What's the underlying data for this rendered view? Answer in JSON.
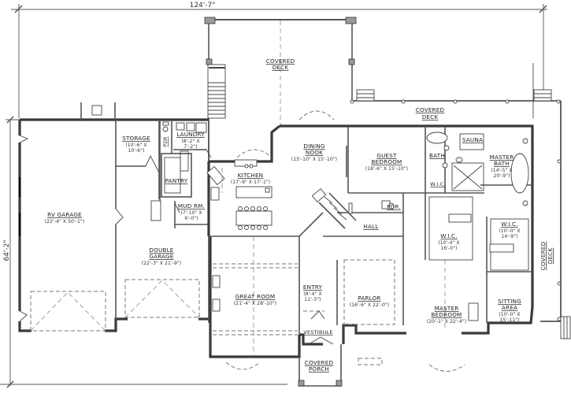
{
  "dimensions": {
    "overall_width": "124'-7\"",
    "overall_depth": "64'-2\""
  },
  "rooms": {
    "covered_deck_rear": {
      "name_line1": "COVERED",
      "name_line2": "DECK"
    },
    "covered_deck_top_right": {
      "name_line1": "COVERED",
      "name_line2": "DECK"
    },
    "covered_deck_side": {
      "name_line1": "COVERED",
      "name_line2": "DECK"
    },
    "rv_garage": {
      "name": "RV GARAGE",
      "size": "(22'-4\" X 50'-1\")"
    },
    "double_garage": {
      "name_line1": "DOUBLE",
      "name_line2": "GARAGE",
      "size": "(22'-3\" X 21'-9\")"
    },
    "storage": {
      "name": "STORAGE",
      "size_line1": "(10'-6\" X",
      "size_line2": "10'-6\")"
    },
    "pdr_left": {
      "name": "PDR"
    },
    "laundry": {
      "name": "LAUNDRY",
      "size_line1": "(8'-2\" X",
      "size_line2": "7'-2\")"
    },
    "pantry": {
      "name": "PANTRY"
    },
    "mud_room": {
      "name": "MUD RM.",
      "size_line1": "(7'-10\" X",
      "size_line2": "6'-0\")"
    },
    "kitchen": {
      "name": "KITCHEN",
      "size": "(17'-9\" X 17'-1\")"
    },
    "dining_nook": {
      "name_line1": "DINING",
      "name_line2": "NOOK",
      "size": "(15'-10\" X 15'-10\")"
    },
    "guest_bedroom": {
      "name_line1": "GUEST",
      "name_line2": "BEDROOM",
      "size": "(18'-6\" X 15'-10\")"
    },
    "bath": {
      "name": "BATH"
    },
    "wic_guest": {
      "name": "W.I.C."
    },
    "sauna": {
      "name": "SAUNA"
    },
    "master_bath": {
      "name_line1": "MASTER",
      "name_line2": "BATH",
      "size_line1": "(14'-5\" X",
      "size_line2": "20'-9\")"
    },
    "pdr_hall": {
      "name": "PDR."
    },
    "hall": {
      "name": "HALL"
    },
    "wic_center": {
      "name": "W.I.C.",
      "size_line1": "(10'-4\" X",
      "size_line2": "16'-0\")"
    },
    "wic_right": {
      "name": "W.I.C.",
      "size_line1": "(10'-0\" X",
      "size_line2": "14'-9\")"
    },
    "great_room": {
      "name": "GREAT ROOM",
      "size": "(21'-4\" X 28'-10\")"
    },
    "entry": {
      "name": "ENTRY",
      "size_line1": "(8'-4\" X",
      "size_line2": "11'-3\")"
    },
    "vestibule": {
      "name": "VESTIBULE"
    },
    "covered_porch": {
      "name_line1": "COVERED",
      "name_line2": "PORCH"
    },
    "parlor": {
      "name": "PARLOR",
      "size": "(16'-6\" X 22'-0\")"
    },
    "master_bedroom": {
      "name_line1": "MASTER",
      "name_line2": "BEDROOM",
      "size": "(20'-1\" X 22'-4\")"
    },
    "sitting_area": {
      "name_line1": "SITTING",
      "name_line2": "AREA",
      "size_line1": "(10'-0\" X",
      "size_line2": "15'-11\")"
    }
  }
}
